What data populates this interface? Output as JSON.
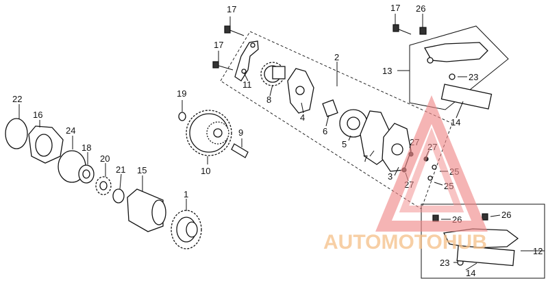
{
  "callouts": [
    {
      "id": "c17a",
      "text": "17"
    },
    {
      "id": "c17b",
      "text": "17"
    },
    {
      "id": "c17c",
      "text": "17"
    },
    {
      "id": "c26a",
      "text": "26"
    },
    {
      "id": "c2",
      "text": "2"
    },
    {
      "id": "c13",
      "text": "13"
    },
    {
      "id": "c23a",
      "text": "23"
    },
    {
      "id": "c11",
      "text": "11"
    },
    {
      "id": "c8",
      "text": "8"
    },
    {
      "id": "c4",
      "text": "4"
    },
    {
      "id": "c6",
      "text": "6"
    },
    {
      "id": "c5",
      "text": "5"
    },
    {
      "id": "c14a",
      "text": "14"
    },
    {
      "id": "c19",
      "text": "19"
    },
    {
      "id": "c9",
      "text": "9"
    },
    {
      "id": "c10",
      "text": "10"
    },
    {
      "id": "c22",
      "text": "22"
    },
    {
      "id": "c16",
      "text": "16"
    },
    {
      "id": "c24",
      "text": "24"
    },
    {
      "id": "c18",
      "text": "18"
    },
    {
      "id": "c20",
      "text": "20"
    },
    {
      "id": "c21",
      "text": "21"
    },
    {
      "id": "c15",
      "text": "15"
    },
    {
      "id": "c1",
      "text": "1"
    },
    {
      "id": "c7",
      "text": "7"
    },
    {
      "id": "c3",
      "text": "3"
    },
    {
      "id": "c27a",
      "text": "27"
    },
    {
      "id": "c27b",
      "text": "27"
    },
    {
      "id": "c27c",
      "text": "27"
    },
    {
      "id": "c25a",
      "text": "25"
    },
    {
      "id": "c25b",
      "text": "25"
    },
    {
      "id": "c26b",
      "text": "26"
    },
    {
      "id": "c26c",
      "text": "26"
    },
    {
      "id": "c12",
      "text": "12"
    },
    {
      "id": "c23b",
      "text": "23"
    },
    {
      "id": "c14b",
      "text": "14"
    }
  ],
  "watermark": {
    "text": "AUTOMOTOHUB",
    "color_primary": "#f08a8a",
    "color_accent": "#f5c08a"
  }
}
